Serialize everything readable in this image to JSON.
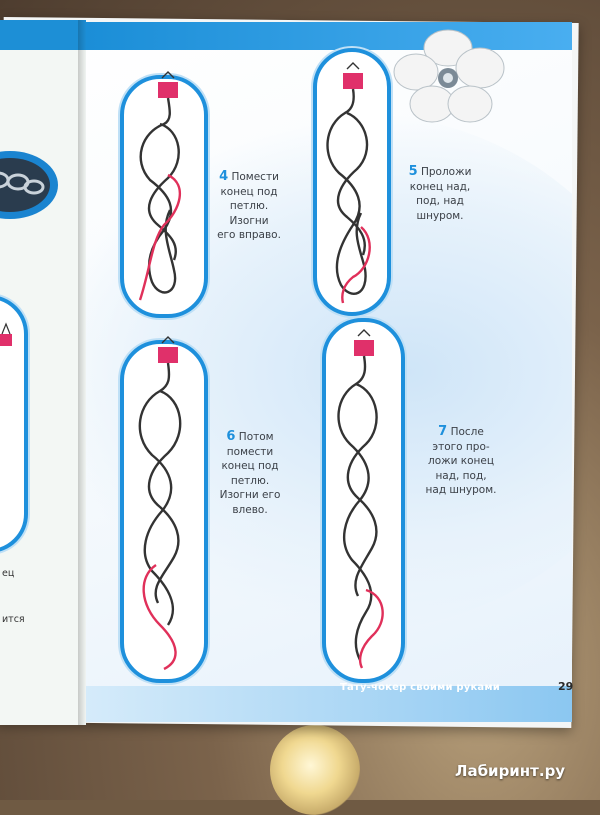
{
  "colors": {
    "accent": "#1e90dc",
    "cord_dark": "#333333",
    "cord_red": "#e0305a",
    "clip": "#e0306a"
  },
  "steps": [
    {
      "num": "4",
      "text": "Помести\nконец под\nпетлю. Изогни\nего вправо."
    },
    {
      "num": "5",
      "text": "Проложи\nконец над,\nпод, над\nшнуром."
    },
    {
      "num": "6",
      "text": "Потом\nпомести\nконец под\nпетлю.\nИзогни его\nвлево."
    },
    {
      "num": "7",
      "text": "После\nэтого про-\nложи конец\nнад, под,\nнад шнуром."
    }
  ],
  "footer": {
    "title": "Тату-чокер своими руками",
    "page": "29"
  },
  "left_page": {
    "snippet_1": "ец",
    "snippet_2": "ится"
  },
  "watermark": "Лабиринт.ру"
}
